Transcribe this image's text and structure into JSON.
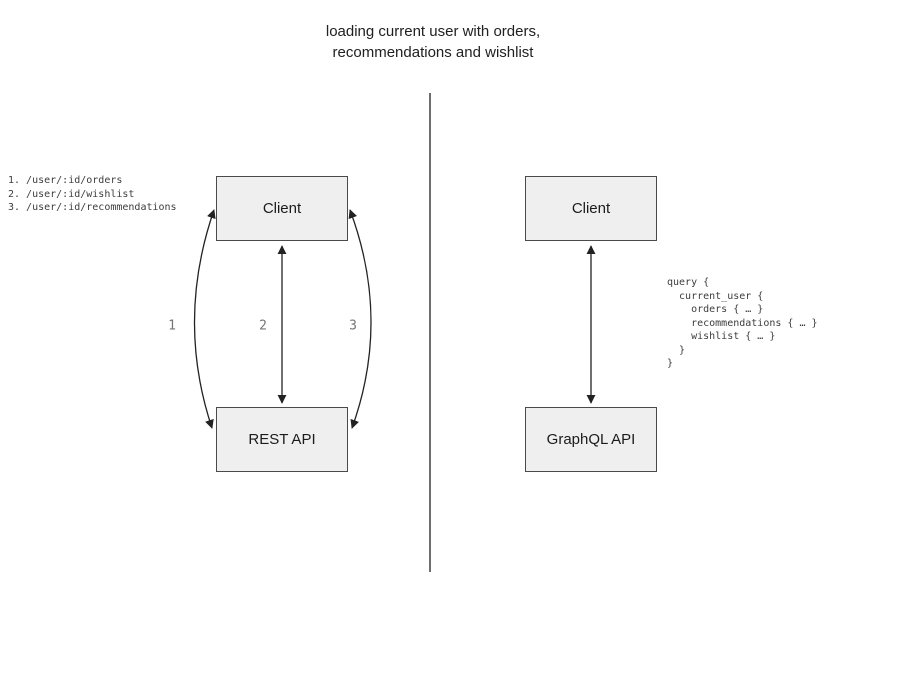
{
  "title": {
    "line1": "loading current user with orders,",
    "line2": "recommendations and wishlist"
  },
  "rest_panel": {
    "endpoint_list": [
      "1. /user/:id/orders",
      "2. /user/:id/wishlist",
      "3. /user/:id/recommendations"
    ],
    "client_label": "Client",
    "api_label": "REST API",
    "arrow_labels": [
      "1",
      "2",
      "3"
    ]
  },
  "graphql_panel": {
    "client_label": "Client",
    "api_label": "GraphQL API",
    "query_lines": [
      "query {",
      "  current_user {",
      "    orders { … }",
      "    recommendations { … }",
      "    wishlist { … }",
      "  }",
      "}"
    ]
  },
  "colors": {
    "box_fill": "#efefef",
    "box_border": "#4a4a4a",
    "arrow": "#222222",
    "divider": "#6e6e6e",
    "arrow_label_gray": "#757575",
    "title_text": "#212121",
    "code_text": "#3d3d3d"
  }
}
